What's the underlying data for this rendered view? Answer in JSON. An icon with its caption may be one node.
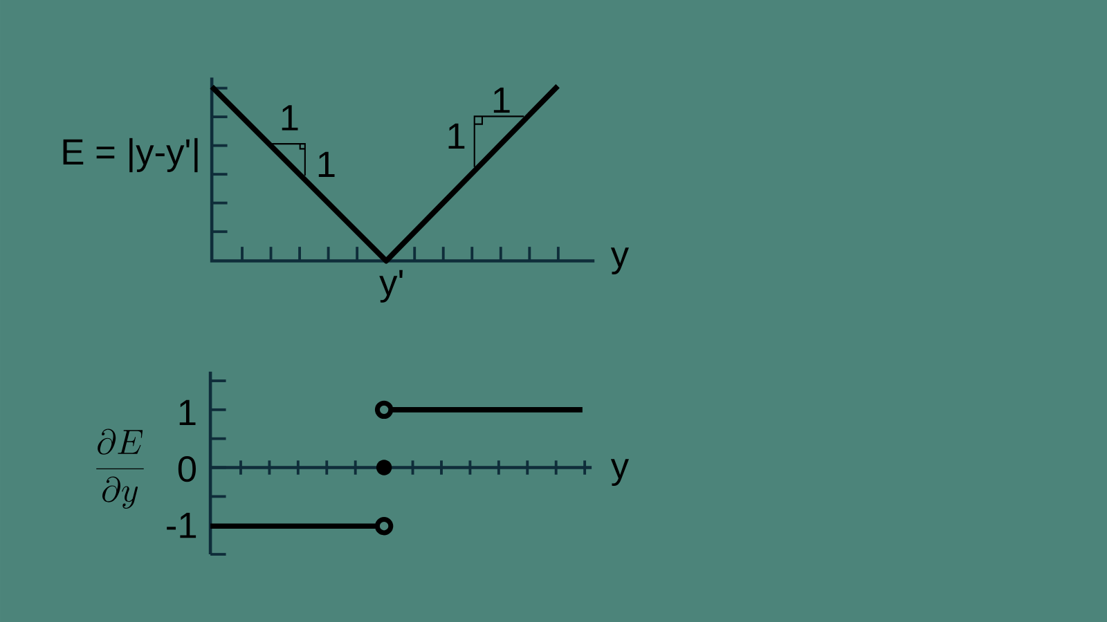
{
  "diagram": {
    "labels": [
      "E = |y-y'|",
      "1",
      "1",
      "1",
      "1",
      "y",
      "y'",
      "\\frac{\\partial E}{\\partial y}",
      "1",
      "0",
      "-1",
      "y"
    ]
  }
}
